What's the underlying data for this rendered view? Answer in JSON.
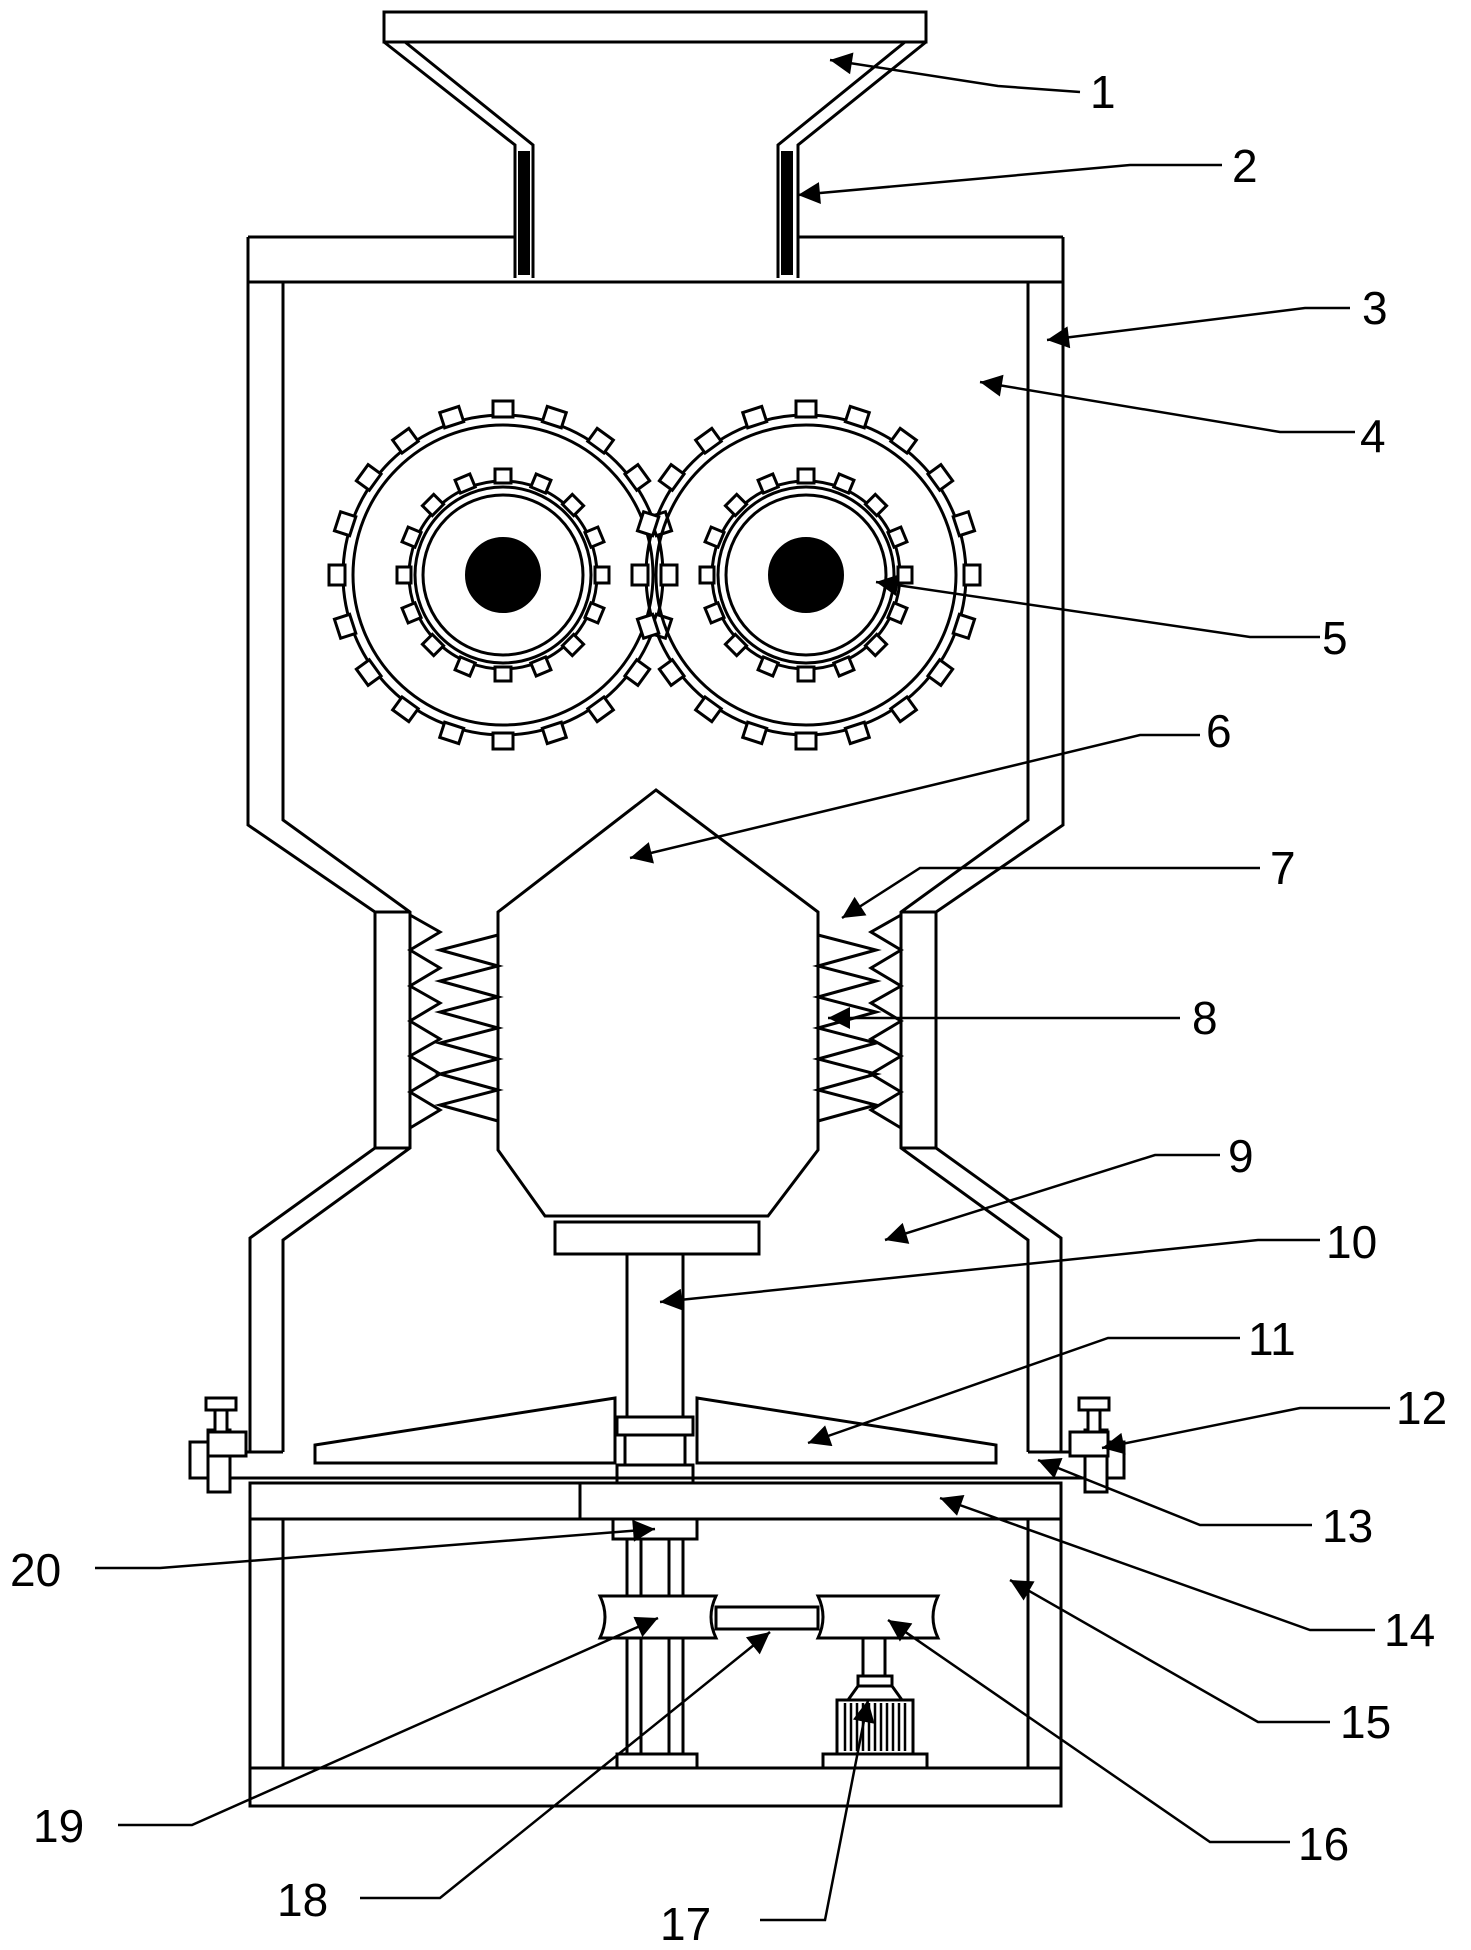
{
  "labels": [
    {
      "id": "1",
      "text": "1"
    },
    {
      "id": "2",
      "text": "2"
    },
    {
      "id": "3",
      "text": "3"
    },
    {
      "id": "4",
      "text": "4"
    },
    {
      "id": "5",
      "text": "5"
    },
    {
      "id": "6",
      "text": "6"
    },
    {
      "id": "7",
      "text": "7"
    },
    {
      "id": "8",
      "text": "8"
    },
    {
      "id": "9",
      "text": "9"
    },
    {
      "id": "10",
      "text": "10"
    },
    {
      "id": "11",
      "text": "11"
    },
    {
      "id": "12",
      "text": "12"
    },
    {
      "id": "13",
      "text": "13"
    },
    {
      "id": "14",
      "text": "14"
    },
    {
      "id": "15",
      "text": "15"
    },
    {
      "id": "16",
      "text": "16"
    },
    {
      "id": "17",
      "text": "17"
    },
    {
      "id": "18",
      "text": "18"
    },
    {
      "id": "19",
      "text": "19"
    },
    {
      "id": "20",
      "text": "20"
    }
  ]
}
